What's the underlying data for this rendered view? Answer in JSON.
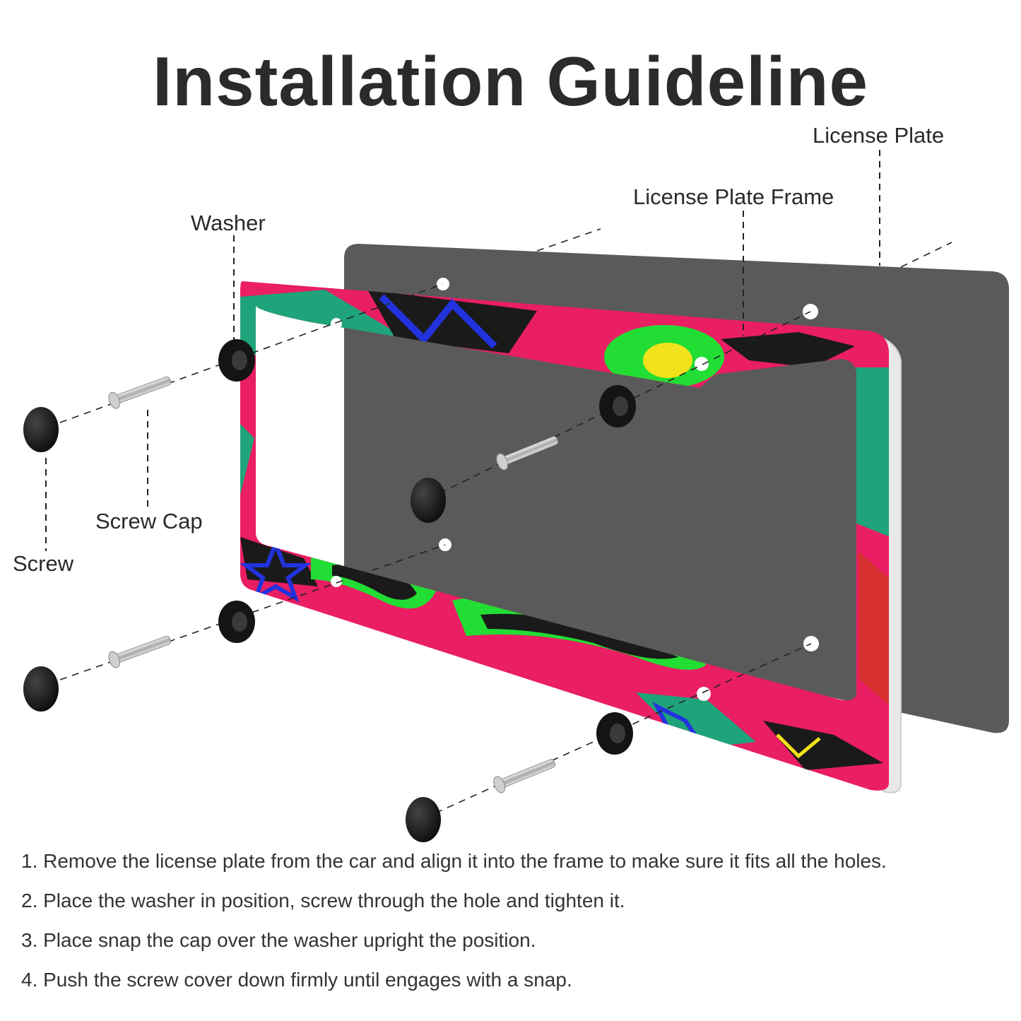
{
  "title": "Installation Guideline",
  "labels": {
    "license_plate": "License Plate",
    "license_plate_frame": "License Plate Frame",
    "washer": "Washer",
    "screw_cap": "Screw Cap",
    "screw": "Screw"
  },
  "steps": [
    "1. Remove the license plate from the car and align it into the frame to make sure it fits all the holes.",
    "2. Place the washer in position, screw through the hole and tighten it.",
    "3. Place snap the cap over the washer upright the position.",
    "4. Push the screw cover down firmly until engages with a snap."
  ],
  "colors": {
    "plate": "#5a5a5a",
    "frame_base": "#e91e63",
    "frame_accent_green": "#22dd33",
    "frame_accent_teal": "#1fa37a",
    "frame_accent_blue": "#2233dd",
    "hardware": "#1a1a1a",
    "screw": "#b8b8b8"
  }
}
